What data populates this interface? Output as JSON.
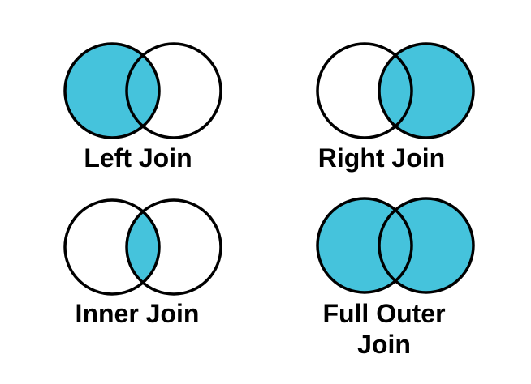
{
  "colors": {
    "shaded_fill": "#45c3dc",
    "outline": "#000000",
    "background": "#ffffff",
    "label_text": "#000000"
  },
  "diagrams": [
    {
      "label": "Left Join",
      "shaded": "left"
    },
    {
      "label": "Right Join",
      "shaded": "right"
    },
    {
      "label": "Inner Join",
      "shaded": "intersection"
    },
    {
      "label": "Full Outer Join",
      "shaded": "both"
    }
  ]
}
